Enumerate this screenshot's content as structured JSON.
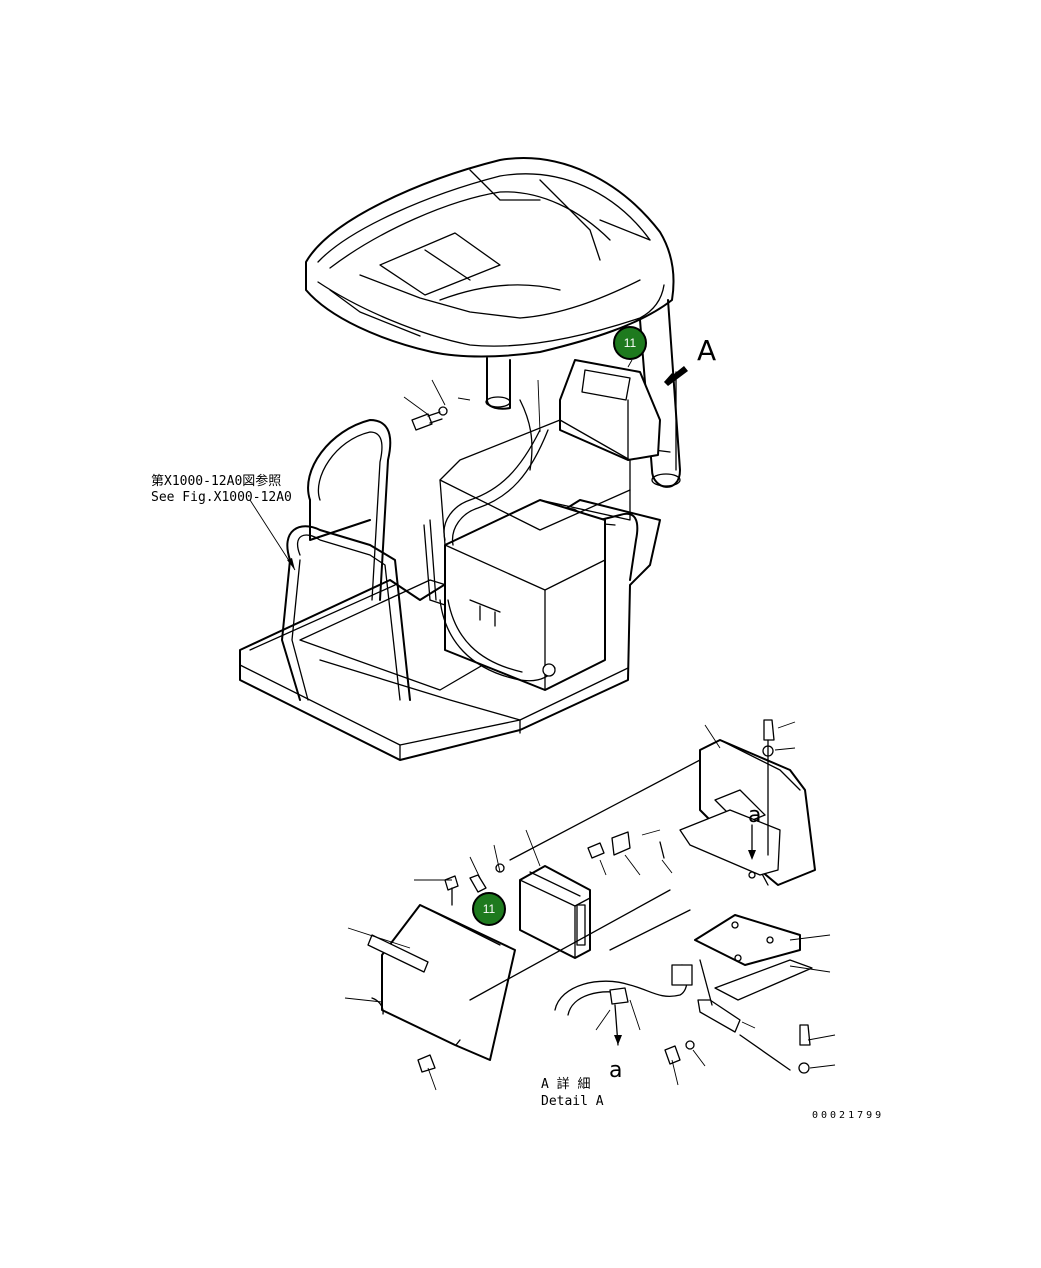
{
  "reference_note": {
    "line1": "第X1000-12A0図参照",
    "line2": "See Fig.X1000-12A0"
  },
  "view_marker": {
    "letter": "A"
  },
  "detail": {
    "line1": "A 詳 細",
    "line2": "Detail A"
  },
  "sub_view": {
    "top": "a",
    "bottom": "a"
  },
  "badges": [
    {
      "number": "11",
      "color": "#1e7a1e"
    },
    {
      "number": "11",
      "color": "#1e7a1e"
    }
  ],
  "drawing_code": "00021799"
}
